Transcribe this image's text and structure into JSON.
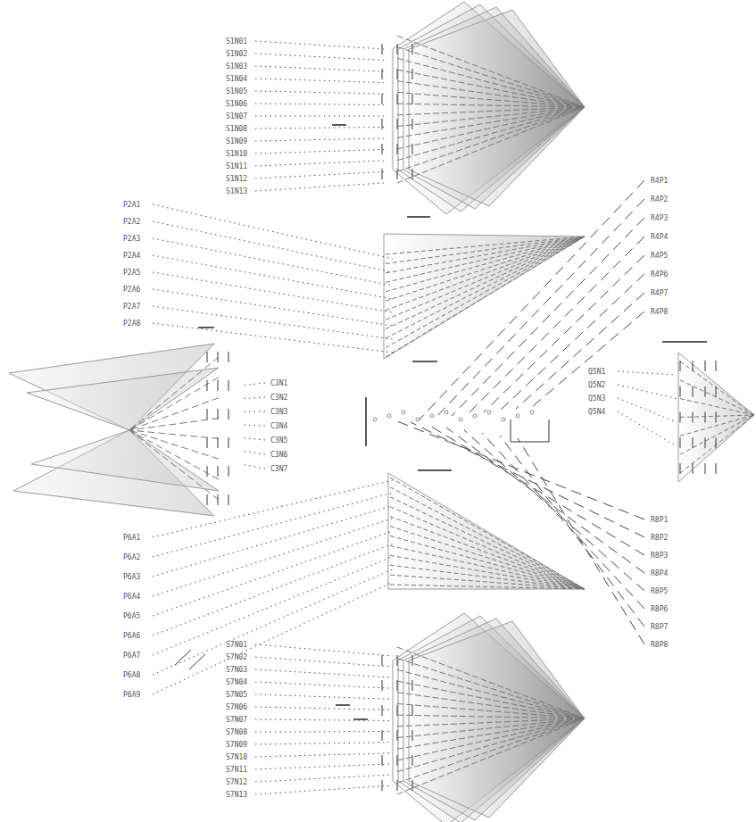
{
  "diagram": {
    "labels": [
      "S1N01",
      "S1N02",
      "S1N03",
      "S1N04",
      "S1N05",
      "S1N06",
      "S1N07",
      "S1N08",
      "S1N09",
      "S1N10",
      "S1N11",
      "S1N12",
      "S1N13",
      "P2A1",
      "P2A2",
      "P2A3",
      "P2A4",
      "P2A5",
      "P2A6",
      "P2A7",
      "P2A8",
      "C3N1",
      "C3N2",
      "C3N3",
      "C3N4",
      "C3N5",
      "C3N6",
      "C3N7",
      "R4P1",
      "R4P2",
      "R4P3",
      "R4P4",
      "R4P5",
      "R4P6",
      "R4P7",
      "R4P8",
      "Q5N1",
      "Q5N2",
      "Q5N3",
      "Q5N4",
      "P6A1",
      "P6A2",
      "P6A3",
      "P6A4",
      "P6A5",
      "P6A6",
      "P6A7",
      "P6A8",
      "P6A9",
      "S7N01",
      "S7N02",
      "S7N03",
      "S7N04",
      "S7N05",
      "S7N06",
      "S7N07",
      "S7N08",
      "S7N09",
      "S7N10",
      "S7N11",
      "S7N12",
      "S7N13",
      "R8P1",
      "R8P2",
      "R8P3",
      "R8P4",
      "R8P5",
      "R8P6",
      "R8P7",
      "R8P8"
    ]
  }
}
